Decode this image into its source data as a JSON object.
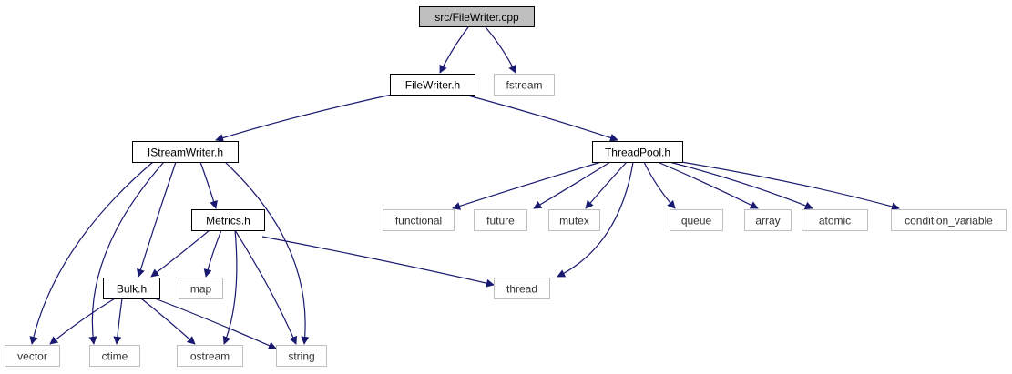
{
  "colors": {
    "edge": "#191970",
    "main_node_fill": "#bfbfbf",
    "main_node_border": "#000000",
    "internal_node_border": "#000000",
    "external_node_border": "#bfbfbf",
    "node_fill": "#ffffff"
  },
  "diagram": {
    "nodes": [
      {
        "id": "filewriter_cpp",
        "label": "src/FileWriter.cpp",
        "kind": "main"
      },
      {
        "id": "filewriter_h",
        "label": "FileWriter.h",
        "kind": "internal"
      },
      {
        "id": "fstream",
        "label": "fstream",
        "kind": "external"
      },
      {
        "id": "istreamwriter_h",
        "label": "IStreamWriter.h",
        "kind": "internal"
      },
      {
        "id": "threadpool_h",
        "label": "ThreadPool.h",
        "kind": "internal"
      },
      {
        "id": "metrics_h",
        "label": "Metrics.h",
        "kind": "internal"
      },
      {
        "id": "bulk_h",
        "label": "Bulk.h",
        "kind": "internal"
      },
      {
        "id": "map",
        "label": "map",
        "kind": "external"
      },
      {
        "id": "thread",
        "label": "thread",
        "kind": "external"
      },
      {
        "id": "functional",
        "label": "functional",
        "kind": "external"
      },
      {
        "id": "future",
        "label": "future",
        "kind": "external"
      },
      {
        "id": "mutex",
        "label": "mutex",
        "kind": "external"
      },
      {
        "id": "queue",
        "label": "queue",
        "kind": "external"
      },
      {
        "id": "array",
        "label": "array",
        "kind": "external"
      },
      {
        "id": "atomic",
        "label": "atomic",
        "kind": "external"
      },
      {
        "id": "condition_variable",
        "label": "condition_variable",
        "kind": "external"
      },
      {
        "id": "vector",
        "label": "vector",
        "kind": "external"
      },
      {
        "id": "ctime",
        "label": "ctime",
        "kind": "external"
      },
      {
        "id": "ostream",
        "label": "ostream",
        "kind": "external"
      },
      {
        "id": "string",
        "label": "string",
        "kind": "external"
      }
    ],
    "edges": [
      {
        "from": "filewriter_cpp",
        "to": "filewriter_h"
      },
      {
        "from": "filewriter_cpp",
        "to": "fstream"
      },
      {
        "from": "filewriter_h",
        "to": "istreamwriter_h"
      },
      {
        "from": "filewriter_h",
        "to": "threadpool_h"
      },
      {
        "from": "istreamwriter_h",
        "to": "metrics_h"
      },
      {
        "from": "istreamwriter_h",
        "to": "bulk_h"
      },
      {
        "from": "istreamwriter_h",
        "to": "vector"
      },
      {
        "from": "istreamwriter_h",
        "to": "ctime"
      },
      {
        "from": "istreamwriter_h",
        "to": "string"
      },
      {
        "from": "metrics_h",
        "to": "bulk_h"
      },
      {
        "from": "metrics_h",
        "to": "map"
      },
      {
        "from": "metrics_h",
        "to": "ostream"
      },
      {
        "from": "metrics_h",
        "to": "string"
      },
      {
        "from": "metrics_h",
        "to": "thread"
      },
      {
        "from": "bulk_h",
        "to": "vector"
      },
      {
        "from": "bulk_h",
        "to": "ctime"
      },
      {
        "from": "bulk_h",
        "to": "ostream"
      },
      {
        "from": "bulk_h",
        "to": "string"
      },
      {
        "from": "threadpool_h",
        "to": "functional"
      },
      {
        "from": "threadpool_h",
        "to": "future"
      },
      {
        "from": "threadpool_h",
        "to": "mutex"
      },
      {
        "from": "threadpool_h",
        "to": "thread"
      },
      {
        "from": "threadpool_h",
        "to": "queue"
      },
      {
        "from": "threadpool_h",
        "to": "array"
      },
      {
        "from": "threadpool_h",
        "to": "atomic"
      },
      {
        "from": "threadpool_h",
        "to": "condition_variable"
      }
    ]
  }
}
